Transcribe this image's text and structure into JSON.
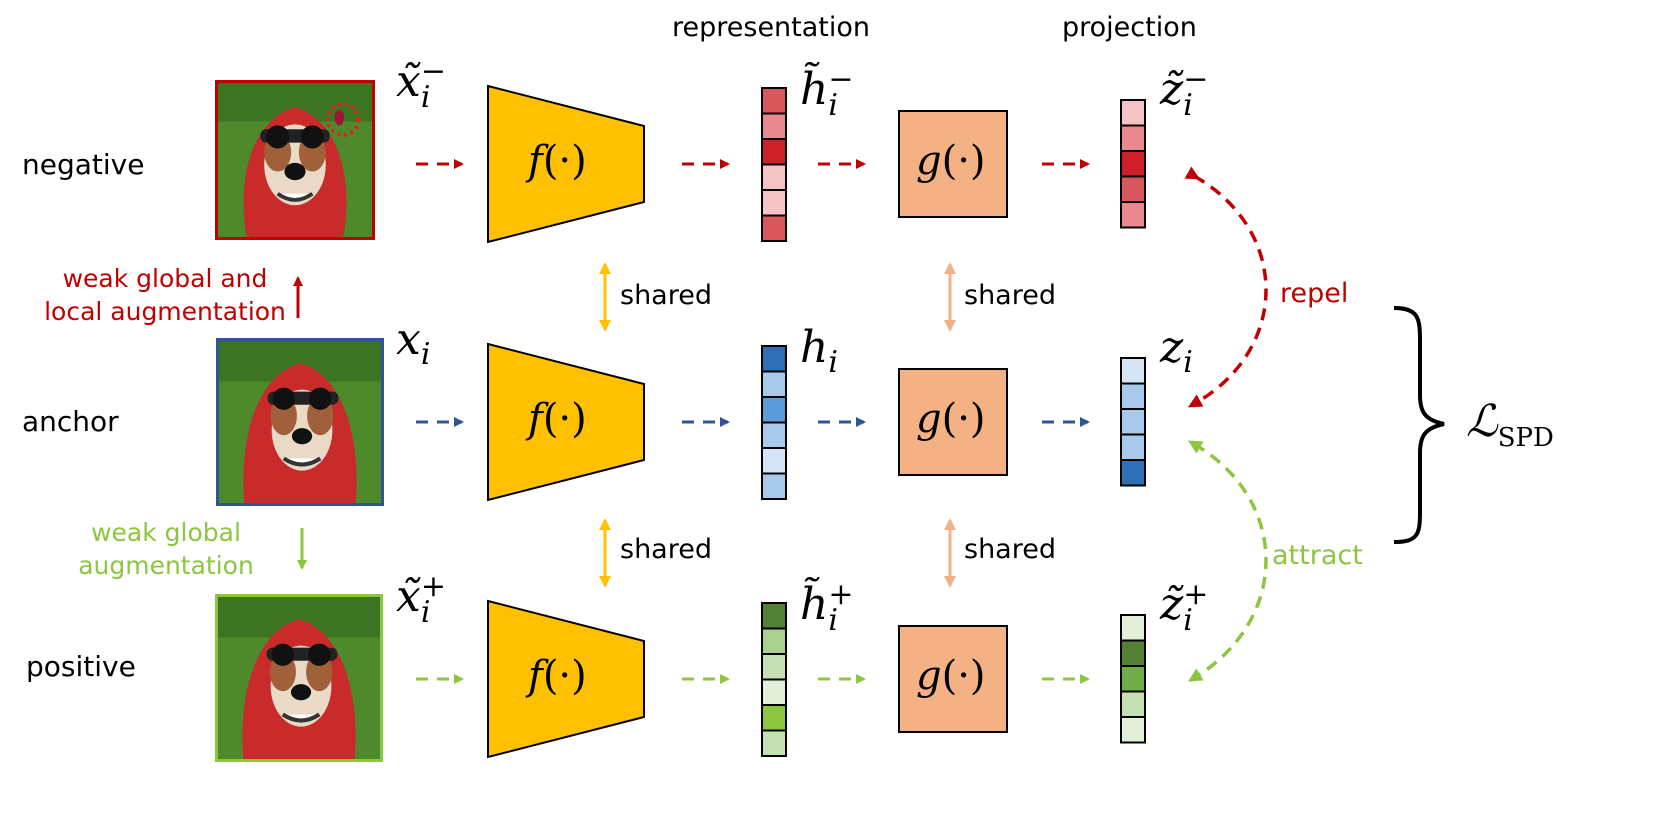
{
  "headers": {
    "representation": "representation",
    "projection": "projection"
  },
  "rows": [
    {
      "id": "negative",
      "label": "negative",
      "input": "x̃",
      "input_sup": "−",
      "repr": "h̃",
      "repr_sup": "−",
      "proj": "z̃",
      "proj_sup": "−",
      "colors": [
        "#d9575c",
        "#e88a8d",
        "#cc1f27",
        "#f4c3c5",
        "#f4c3c5",
        "#d9575c"
      ],
      "proj_colors": [
        "#f4c3c5",
        "#e88a8d",
        "#cc1f27",
        "#d9575c",
        "#e88a8d"
      ]
    },
    {
      "id": "anchor",
      "label": "anchor",
      "input": "x",
      "input_sup": "",
      "repr": "h",
      "repr_sup": "",
      "proj": "z",
      "proj_sup": "",
      "colors": [
        "#2e6fb5",
        "#a9c9ea",
        "#5b9bd8",
        "#a9c9ea",
        "#d5e5f5",
        "#a9c9ea"
      ],
      "proj_colors": [
        "#d5e5f5",
        "#a9c9ea",
        "#a9c9ea",
        "#a9c9ea",
        "#2e6fb5"
      ]
    },
    {
      "id": "positive",
      "label": "positive",
      "input": "x̃",
      "input_sup": "+",
      "repr": "h̃",
      "repr_sup": "+",
      "proj": "z̃",
      "proj_sup": "+",
      "colors": [
        "#538135",
        "#a9d08e",
        "#c5e0b3",
        "#e2efd9",
        "#8cc63f",
        "#c5e0b3"
      ],
      "proj_colors": [
        "#e2efd9",
        "#538135",
        "#70ad47",
        "#c5e0b3",
        "#e2efd9"
      ]
    }
  ],
  "subscript": "i",
  "encoder_label": "f(·)",
  "projector_label": "g(·)",
  "augmentations": {
    "negative_line1": "weak global and",
    "negative_line2": "local augmentation",
    "positive_line1": "weak global",
    "positive_line2": "augmentation"
  },
  "shared_label": "shared",
  "relations": {
    "repel": "repel",
    "attract": "attract"
  },
  "loss": {
    "symbol": "ℒ",
    "subscript": "SPD"
  },
  "colors": {
    "negative": "#c00000",
    "anchor": "#2f5597",
    "positive": "#8cc63f",
    "encoder": "#ffc000",
    "projector": "#f4b183",
    "shared_encoder": "#ffc000",
    "shared_projector": "#f4b183"
  }
}
